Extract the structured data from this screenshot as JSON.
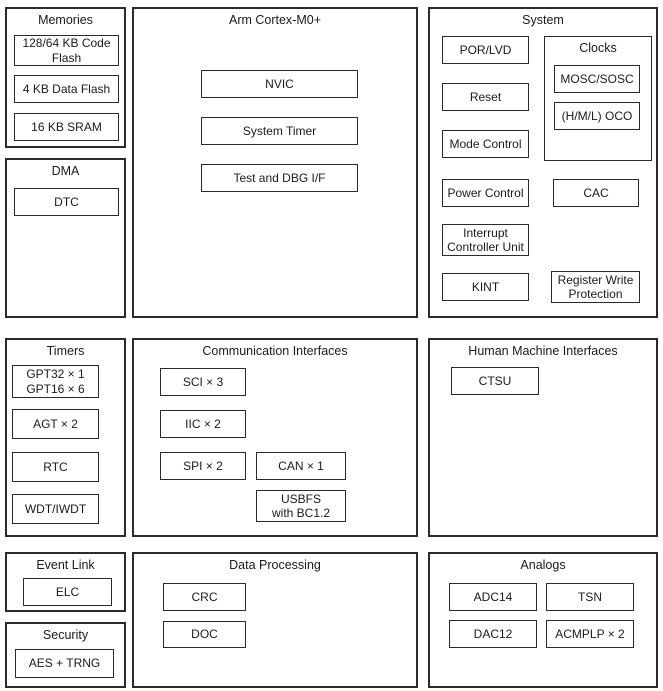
{
  "colors": {
    "background": "#ffffff",
    "border": "#2b2b2b",
    "text": "#1a1a1a"
  },
  "diagram": {
    "memories": {
      "title": "Memories",
      "code_flash": "128/64 KB Code\nFlash",
      "data_flash": "4 KB Data Flash",
      "sram": "16 KB SRAM"
    },
    "dma": {
      "title": "DMA",
      "dtc": "DTC"
    },
    "cortex": {
      "title": "Arm Cortex-M0+",
      "nvic": "NVIC",
      "system_timer": "System Timer",
      "test_dbg": "Test and DBG I/F"
    },
    "system": {
      "title": "System",
      "por_lvd": "POR/LVD",
      "reset": "Reset",
      "mode_control": "Mode Control",
      "power_control": "Power Control",
      "interrupt_controller": "Interrupt\nController Unit",
      "kint": "KINT",
      "clocks": {
        "title": "Clocks",
        "mosc_sosc": "MOSC/SOSC",
        "oco": "(H/M/L) OCO"
      },
      "cac": "CAC",
      "register_write_protection": "Register Write\nProtection"
    },
    "timers": {
      "title": "Timers",
      "gpt": "GPT32 × 1\nGPT16 × 6",
      "agt": "AGT × 2",
      "rtc": "RTC",
      "wdt": "WDT/IWDT"
    },
    "communication": {
      "title": "Communication Interfaces",
      "sci": "SCI × 3",
      "iic": "IIC × 2",
      "spi": "SPI × 2",
      "can": "CAN × 1",
      "usbfs": "USBFS\nwith BC1.2"
    },
    "hmi": {
      "title": "Human Machine Interfaces",
      "ctsu": "CTSU"
    },
    "event_link": {
      "title": "Event Link",
      "elc": "ELC"
    },
    "security": {
      "title": "Security",
      "aes_trng": "AES + TRNG"
    },
    "data_processing": {
      "title": "Data Processing",
      "crc": "CRC",
      "doc": "DOC"
    },
    "analogs": {
      "title": "Analogs",
      "adc14": "ADC14",
      "tsn": "TSN",
      "dac12": "DAC12",
      "acmplp": "ACMPLP × 2"
    }
  }
}
